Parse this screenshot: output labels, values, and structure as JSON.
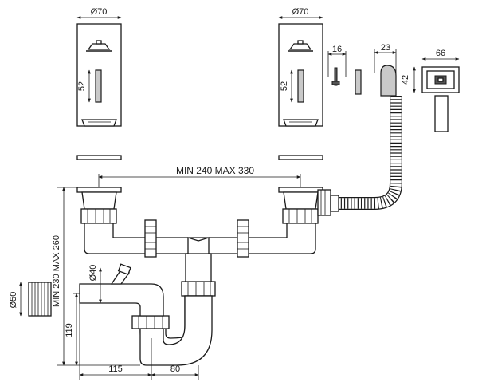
{
  "dimensions": {
    "drain_left_diameter": "Ø70",
    "drain_left_height": "52",
    "drain_right_diameter": "Ø70",
    "drain_right_height": "52",
    "screw_width": "16",
    "overflow_width": "23",
    "overflow_cover_width": "66",
    "overflow_cover_height": "42",
    "center_distance": "MIN 240 MAX 330",
    "overall_height": "MIN 230 MAX 260",
    "branch_diameter": "Ø40",
    "outlet_diameter": "Ø50",
    "outlet_height": "119",
    "bottom_left": "115",
    "bottom_right": "80"
  }
}
